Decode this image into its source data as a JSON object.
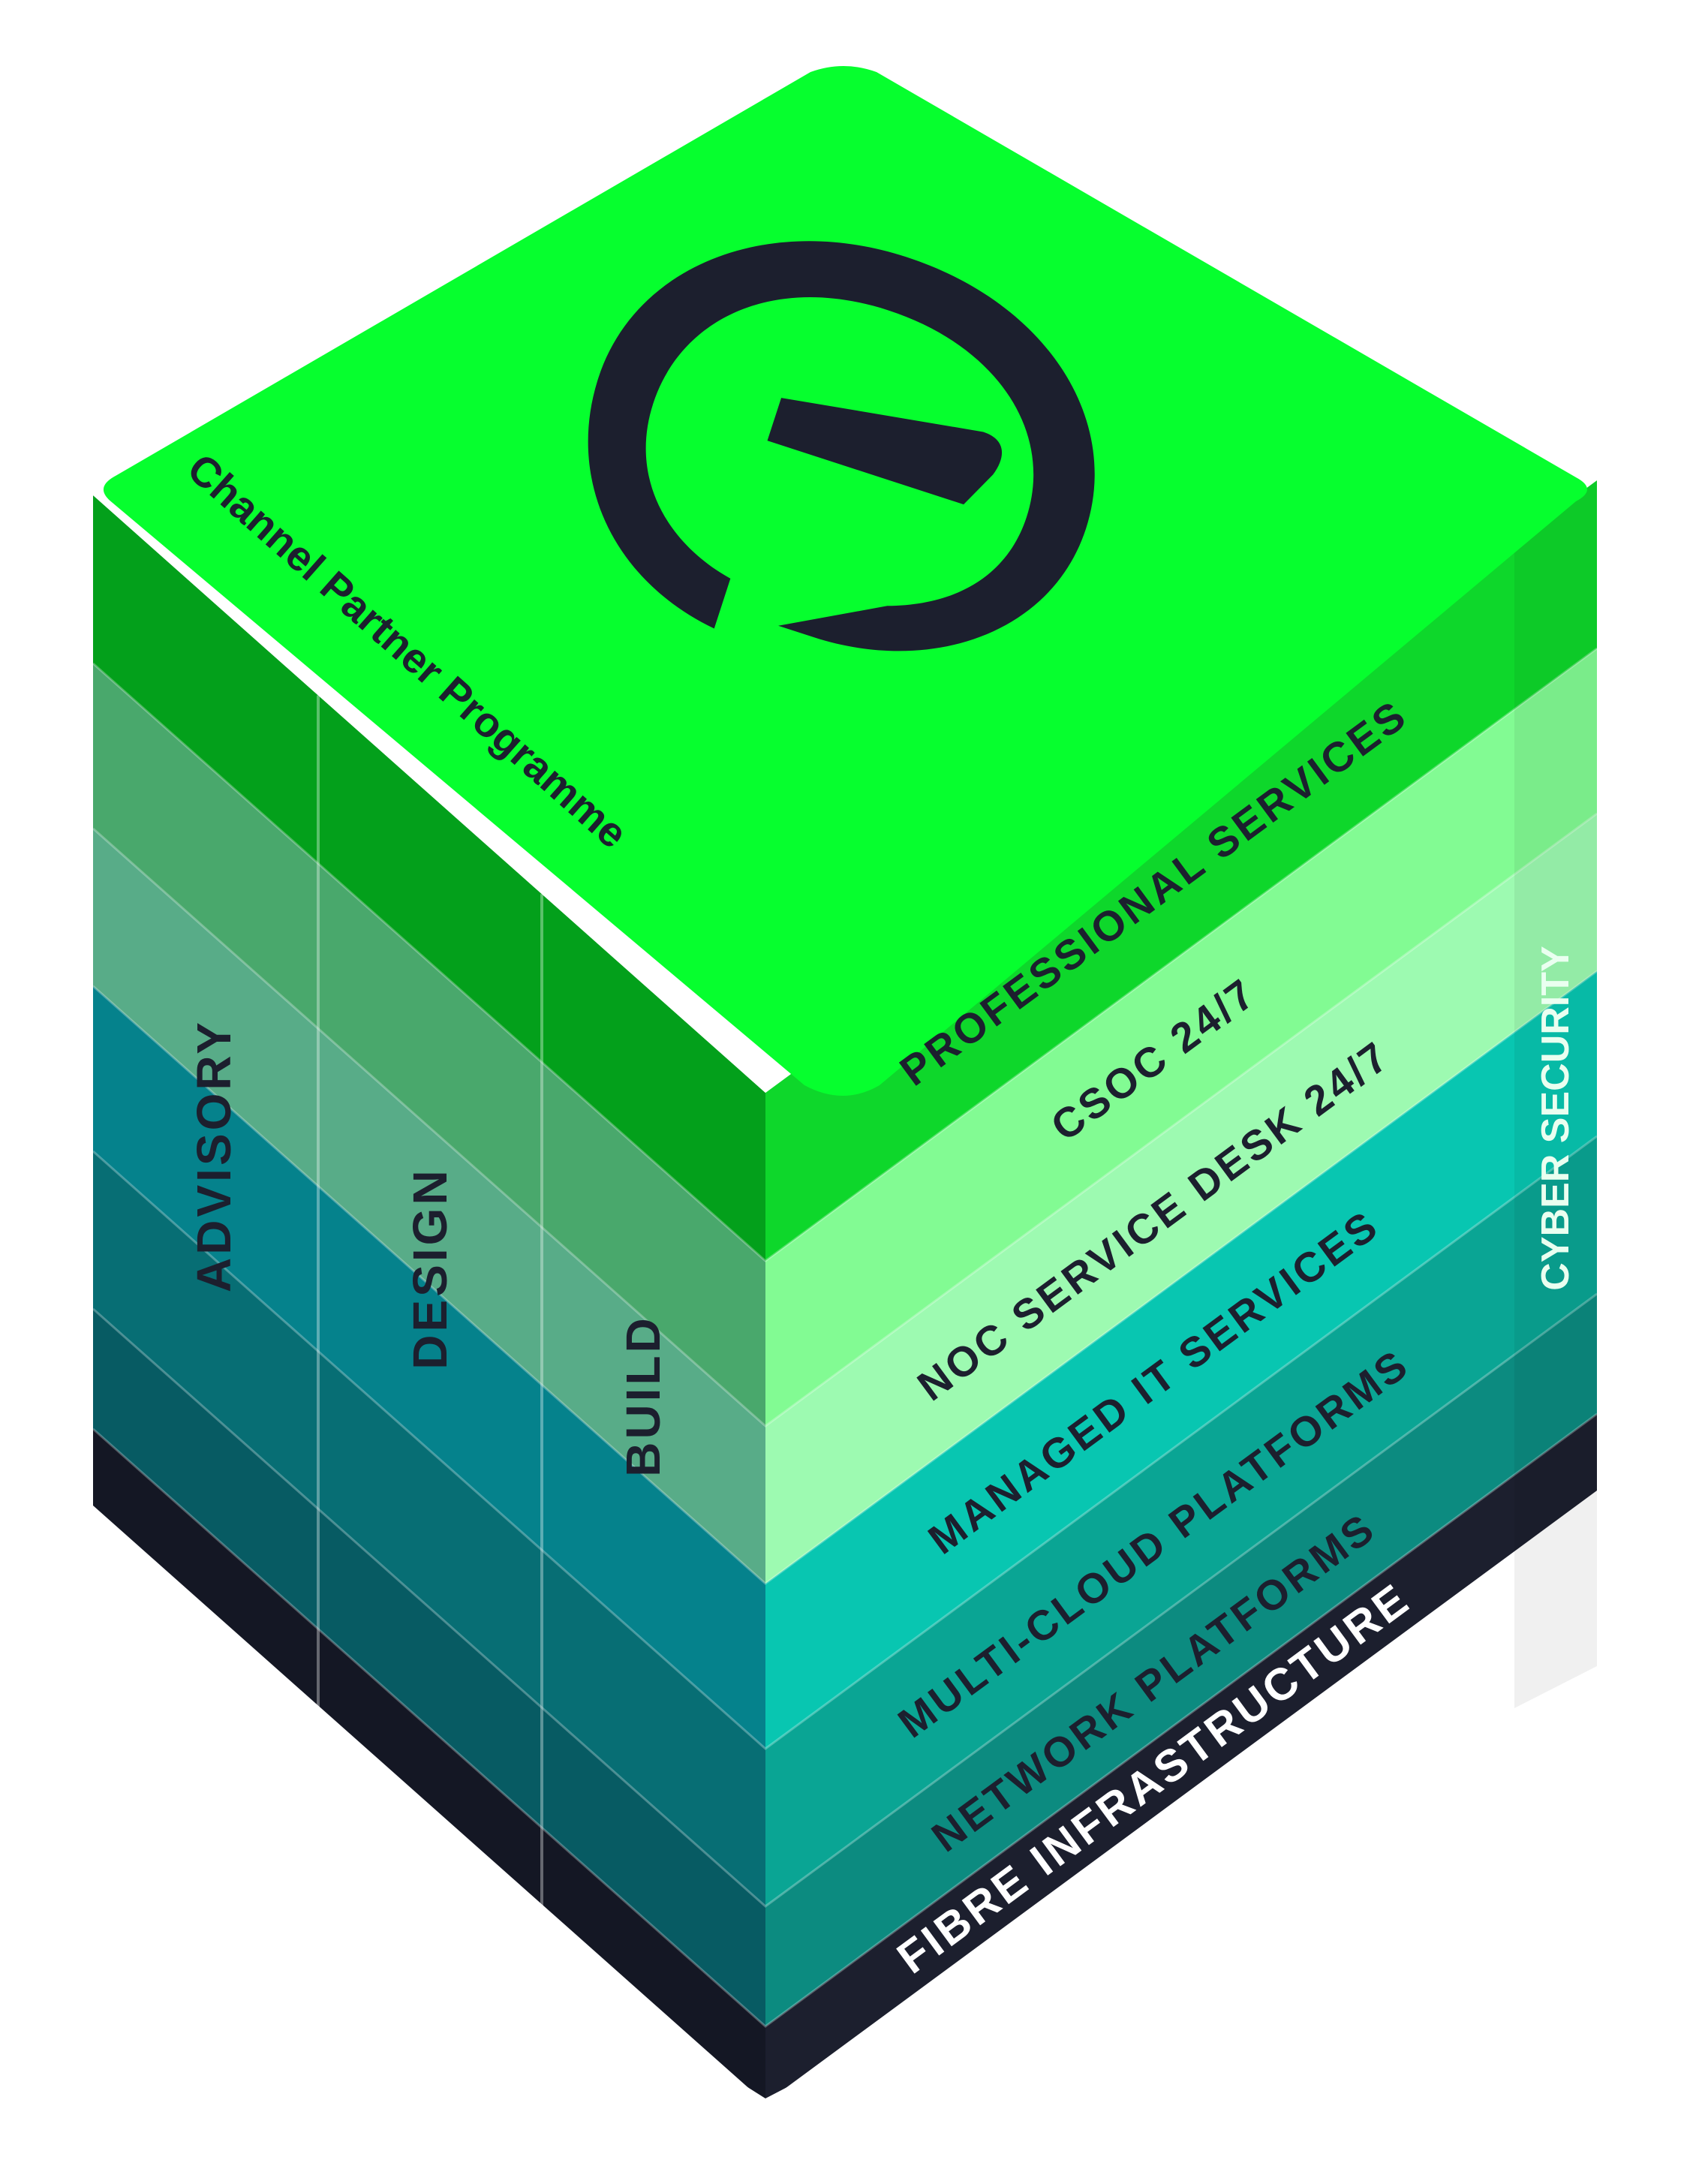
{
  "programme_title": "Channel Partner Programme",
  "logo": {
    "icon": "e-logo-icon",
    "color": "#1c1f2e"
  },
  "columns": [
    {
      "label": "ADVISORY"
    },
    {
      "label": "DESIGN"
    },
    {
      "label": "BUILD"
    }
  ],
  "side_label": "CYBER SECURITY",
  "layers": [
    {
      "label": "PROFESSIONAL SERVICES",
      "front": "#03a01b",
      "right": "#0ed72b",
      "text": "#1c1f2e"
    },
    {
      "label": "CSOC 24/7",
      "front": "#49a86c",
      "right": "#82fb93",
      "text": "#1c1f2e"
    },
    {
      "label": "NOC SERVICE DESK 24/7",
      "front": "#58ac88",
      "right": "#9dfab1",
      "text": "#1c1f2e"
    },
    {
      "label": "MANAGED IT SERVICES",
      "front": "#05828c",
      "right": "#08c6b1",
      "text": "#1c1f2e"
    },
    {
      "label": "MULTI-CLOUD PLATFORMS",
      "front": "#076e74",
      "right": "#0aa594",
      "text": "#1c1f2e"
    },
    {
      "label": "NETWORK PLATFORMS",
      "front": "#075b63",
      "right": "#0c8b80",
      "text": "#1c1f2e"
    },
    {
      "label": "FIBRE INFRASTRUCTURE",
      "front": "#141724",
      "right": "#1c1f2e",
      "text": "#ffffff"
    }
  ],
  "colors": {
    "top_face": "#06ff2e",
    "dark": "#1c1f2e"
  }
}
